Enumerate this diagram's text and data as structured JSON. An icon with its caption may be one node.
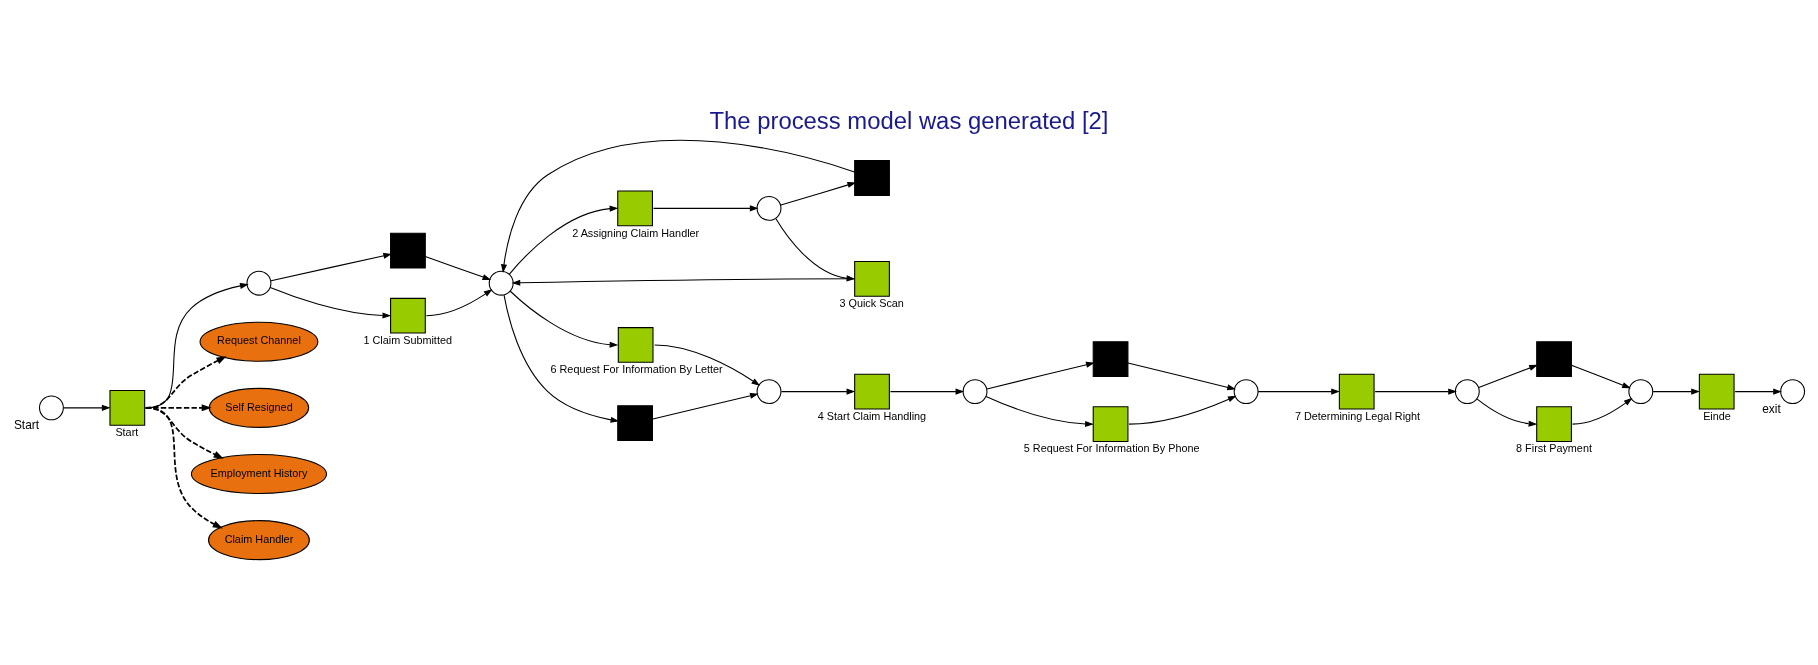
{
  "diagram": {
    "title": "The process model was generated [2]",
    "nodes": [
      {
        "text": [
          "Start"
        ]
      },
      {
        "text": [
          "Start"
        ]
      },
      {
        "text": [
          "2 Assigning Claim Handler"
        ]
      },
      {
        "text": [],
        "shape": "circle"
      },
      {
        "text": [],
        "shape": "box"
      },
      {
        "text": [
          "3 Quick Scan"
        ]
      },
      {
        "text": [],
        "shape": "circle"
      },
      {
        "text": [],
        "shape": "box"
      },
      {
        "text": [
          "1 Claim Submitted"
        ]
      },
      {
        "text": [],
        "shape": "circle"
      },
      {
        "text": [],
        "shape": "box"
      },
      {
        "text": [
          "6 Request For Information By Letter"
        ]
      },
      {
        "text": [],
        "shape": "circle"
      },
      {
        "text": [
          "4 Start Claim Handling"
        ]
      },
      {
        "text": [],
        "shape": "circle"
      },
      {
        "text": [],
        "shape": "box"
      },
      {
        "text": [
          "5 Request For Information By Phone"
        ]
      },
      {
        "text": [],
        "shape": "circle"
      },
      {
        "text": [
          "7 Determining Legal Right"
        ]
      },
      {
        "text": [],
        "shape": "circle"
      },
      {
        "text": [],
        "shape": "box"
      },
      {
        "text": [
          "8 First Payment"
        ]
      },
      {
        "text": [],
        "shape": "circle"
      },
      {
        "text": [
          "Einde"
        ]
      },
      {
        "text": [
          "exit"
        ]
      },
      {
        "text": [
          "Request Channel"
        ]
      },
      {
        "text": [
          "Self Resigned"
        ]
      },
      {
        "text": [
          "Employment History"
        ]
      },
      {
        "text": [
          "Claim Handler"
        ]
      }
    ],
    "edges": [
      {
        "from": 0,
        "to": 1,
        "arrow": "to"
      },
      {
        "from": 1,
        "to": 6,
        "arrow": "to"
      },
      {
        "from": 6,
        "to": 7,
        "arrow": "to"
      },
      {
        "from": 6,
        "to": 8,
        "arrow": "to"
      },
      {
        "from": 7,
        "to": 9,
        "arrow": "to"
      },
      {
        "from": 8,
        "to": 9,
        "arrow": "to"
      },
      {
        "from": 9,
        "to": 2,
        "arrow": "to"
      },
      {
        "from": 2,
        "to": 3,
        "arrow": "to"
      },
      {
        "from": 3,
        "to": 4,
        "arrow": "to"
      },
      {
        "from": 3,
        "to": 5,
        "arrow": "to"
      },
      {
        "from": 4,
        "to": 9,
        "arrow": "to"
      },
      {
        "from": 5,
        "to": 9,
        "arrow": "to"
      },
      {
        "from": 9,
        "to": 10,
        "arrow": "to"
      },
      {
        "from": 9,
        "to": 11,
        "arrow": "to"
      },
      {
        "from": 10,
        "to": 12,
        "arrow": "to"
      },
      {
        "from": 11,
        "to": 12,
        "arrow": "to"
      },
      {
        "from": 12,
        "to": 13,
        "arrow": "to"
      },
      {
        "from": 13,
        "to": 14,
        "arrow": "to"
      },
      {
        "from": 14,
        "to": 15,
        "arrow": "to"
      },
      {
        "from": 14,
        "to": 16,
        "arrow": "to"
      },
      {
        "from": 15,
        "to": 17,
        "arrow": "to"
      },
      {
        "from": 16,
        "to": 17,
        "arrow": "to"
      },
      {
        "from": 17,
        "to": 18,
        "arrow": "to"
      },
      {
        "from": 18,
        "to": 19,
        "arrow": "to"
      },
      {
        "from": 19,
        "to": 20,
        "arrow": "to"
      },
      {
        "from": 19,
        "to": 21,
        "arrow": "to"
      },
      {
        "from": 20,
        "to": 22,
        "arrow": "to"
      },
      {
        "from": 21,
        "to": 22,
        "arrow": "to"
      },
      {
        "from": 22,
        "to": 23,
        "arrow": "to"
      },
      {
        "from": 23,
        "to": 24,
        "arrow": "to"
      },
      {
        "from": 1,
        "to": 25,
        "arrow": "to",
        "style": "dashed"
      },
      {
        "from": 1,
        "to": 26,
        "arrow": "to",
        "style": "dashed"
      },
      {
        "from": 1,
        "to": 27,
        "arrow": "to",
        "style": "dashed"
      },
      {
        "from": 1,
        "to": 28,
        "arrow": "to",
        "style": "dashed"
      }
    ]
  }
}
